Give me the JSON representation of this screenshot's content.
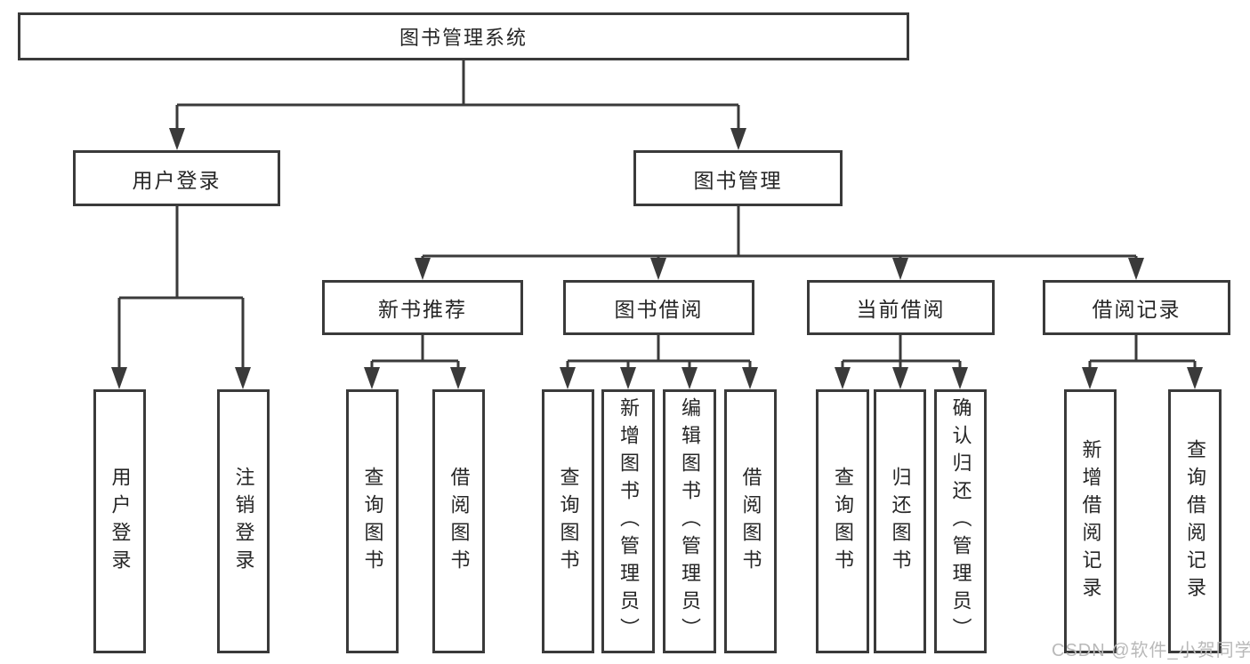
{
  "diagram": {
    "root": {
      "label": "图书管理系统"
    },
    "branches": [
      {
        "label": "用户登录",
        "leaves": [
          {
            "label": "用户登录"
          },
          {
            "label": "注销登录"
          }
        ]
      },
      {
        "label": "图书管理",
        "groups": [
          {
            "label": "新书推荐",
            "leaves": [
              {
                "label": "查询图书"
              },
              {
                "label": "借阅图书"
              }
            ]
          },
          {
            "label": "图书借阅",
            "leaves": [
              {
                "label": "查询图书"
              },
              {
                "label": "新增图书（管理员）"
              },
              {
                "label": "编辑图书（管理员）"
              },
              {
                "label": "借阅图书"
              }
            ]
          },
          {
            "label": "当前借阅",
            "leaves": [
              {
                "label": "查询图书"
              },
              {
                "label": "归还图书"
              },
              {
                "label": "确认归还（管理员）"
              }
            ]
          },
          {
            "label": "借阅记录",
            "leaves": [
              {
                "label": "新增借阅记录"
              },
              {
                "label": "查询借阅记录"
              }
            ]
          }
        ]
      }
    ]
  },
  "watermark": {
    "text": "CSDN @软件_小贺同学"
  },
  "colors": {
    "line": "#3a3a3a",
    "text": "#262626",
    "watermark": "#b9b9b9",
    "background": "#ffffff"
  }
}
